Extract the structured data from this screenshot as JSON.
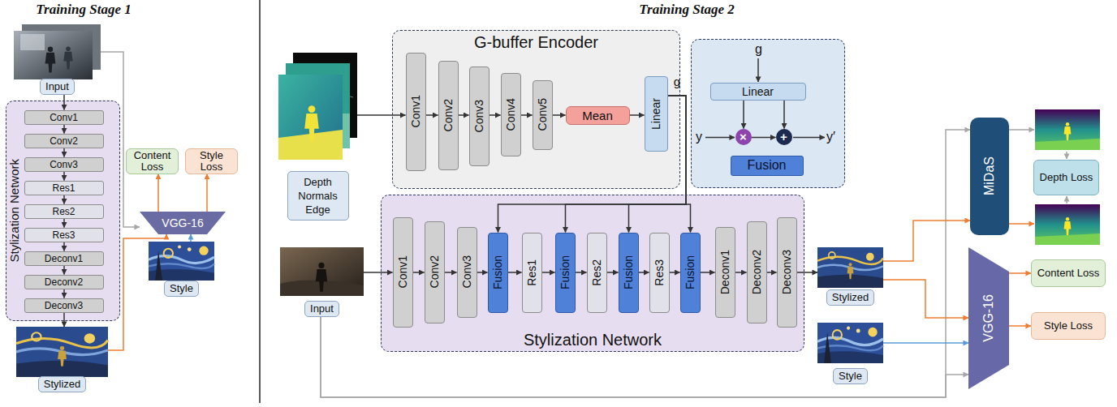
{
  "diagram": {
    "nodes": [
      {
        "text": [
          "Input"
        ]
      },
      {
        "text": [
          "Stylization Network"
        ]
      },
      {
        "text": [
          "Conv1"
        ],
        "in": 1
      },
      {
        "text": [
          "Conv2"
        ],
        "in": 1
      },
      {
        "text": [
          "Conv3"
        ],
        "in": 1
      },
      {
        "text": [
          "Res1"
        ],
        "in": 1
      },
      {
        "text": [
          "Res2"
        ],
        "in": 1
      },
      {
        "text": [
          "Res3"
        ],
        "in": 1
      },
      {
        "text": [
          "Deconv1"
        ],
        "in": 1
      },
      {
        "text": [
          "Deconv2"
        ],
        "in": 1
      },
      {
        "text": [
          "Deconv3"
        ],
        "in": 1
      },
      {
        "text": [
          "Stylized"
        ]
      },
      {
        "text": [
          "Content Loss"
        ]
      },
      {
        "text": [
          "Style Loss"
        ]
      },
      {
        "text": [
          "VGG-16"
        ]
      },
      {
        "text": [
          "Style"
        ]
      },
      {
        "text": [
          "Depth Normals Edge"
        ]
      },
      {
        "text": [
          "G-buffer Encoder"
        ]
      },
      {
        "text": [
          "Conv1"
        ],
        "in": 17
      },
      {
        "text": [
          "Conv2"
        ],
        "in": 17
      },
      {
        "text": [
          "Conv3"
        ],
        "in": 17
      },
      {
        "text": [
          "Conv4"
        ],
        "in": 17
      },
      {
        "text": [
          "Conv5"
        ],
        "in": 17
      },
      {
        "text": [
          "Mean"
        ],
        "in": 17
      },
      {
        "text": [
          "Linear"
        ],
        "in": 17
      },
      {
        "text": [
          "g",
          "y",
          "y′"
        ]
      },
      {
        "text": [
          "Linear"
        ],
        "in": 25
      },
      {
        "text": [
          "×"
        ],
        "in": 25
      },
      {
        "text": [
          "+"
        ],
        "in": 25
      },
      {
        "text": [
          "Fusion"
        ],
        "in": 25
      },
      {
        "text": [
          "Input"
        ]
      },
      {
        "text": [
          "Stylization Network"
        ]
      },
      {
        "text": [
          "Conv1"
        ],
        "in": 31
      },
      {
        "text": [
          "Conv2"
        ],
        "in": 31
      },
      {
        "text": [
          "Conv3"
        ],
        "in": 31
      },
      {
        "text": [
          "Fusion"
        ],
        "in": 31
      },
      {
        "text": [
          "Res1"
        ],
        "in": 31
      },
      {
        "text": [
          "Fusion"
        ],
        "in": 31
      },
      {
        "text": [
          "Res2"
        ],
        "in": 31
      },
      {
        "text": [
          "Fusion"
        ],
        "in": 31
      },
      {
        "text": [
          "Res3"
        ],
        "in": 31
      },
      {
        "text": [
          "Fusion"
        ],
        "in": 31
      },
      {
        "text": [
          "Deconv1"
        ],
        "in": 31
      },
      {
        "text": [
          "Deconv2"
        ],
        "in": 31
      },
      {
        "text": [
          "Deconv3"
        ],
        "in": 31
      },
      {
        "text": [
          "Stylized"
        ]
      },
      {
        "text": [
          "Style"
        ]
      },
      {
        "text": [
          "MiDaS"
        ]
      },
      {
        "text": [
          "Depth Loss"
        ]
      },
      {
        "text": [
          "VGG-16"
        ]
      },
      {
        "text": [
          "Content Loss"
        ]
      },
      {
        "text": [
          "Style Loss"
        ]
      }
    ],
    "edges": [
      {
        "from": 0,
        "to": 2,
        "arrow": "to"
      },
      {
        "from": 2,
        "to": 3,
        "arrow": "to"
      },
      {
        "from": 3,
        "to": 4,
        "arrow": "to"
      },
      {
        "from": 4,
        "to": 5,
        "arrow": "to"
      },
      {
        "from": 5,
        "to": 6,
        "arrow": "to"
      },
      {
        "from": 6,
        "to": 7,
        "arrow": "to"
      },
      {
        "from": 7,
        "to": 8,
        "arrow": "to"
      },
      {
        "from": 8,
        "to": 9,
        "arrow": "to"
      },
      {
        "from": 9,
        "to": 10,
        "arrow": "to"
      },
      {
        "from": 10,
        "to": 11,
        "arrow": "to"
      },
      {
        "from": 0,
        "to": 14,
        "arrow": "to"
      },
      {
        "from": 11,
        "to": 14,
        "arrow": "to"
      },
      {
        "from": 15,
        "to": 14,
        "arrow": "to"
      },
      {
        "from": 14,
        "to": 12,
        "arrow": "to"
      },
      {
        "from": 14,
        "to": 13,
        "arrow": "to"
      },
      {
        "from": 16,
        "to": 18,
        "arrow": "to"
      },
      {
        "from": 18,
        "to": 19,
        "arrow": "to"
      },
      {
        "from": 19,
        "to": 20,
        "arrow": "to"
      },
      {
        "from": 20,
        "to": 21,
        "arrow": "to"
      },
      {
        "from": 21,
        "to": 22,
        "arrow": "to"
      },
      {
        "from": 22,
        "to": 23,
        "arrow": "to"
      },
      {
        "from": 23,
        "to": 24,
        "arrow": "to"
      },
      {
        "from": 24,
        "to": 35,
        "arrow": "to"
      },
      {
        "from": 24,
        "to": 37,
        "arrow": "to"
      },
      {
        "from": 24,
        "to": 39,
        "arrow": "to"
      },
      {
        "from": 24,
        "to": 41,
        "arrow": "to"
      },
      {
        "from": 26,
        "to": 27,
        "arrow": "to"
      },
      {
        "from": 26,
        "to": 28,
        "arrow": "to"
      },
      {
        "from": 27,
        "to": 28,
        "arrow": "to"
      },
      {
        "from": 30,
        "to": 32,
        "arrow": "to"
      },
      {
        "from": 32,
        "to": 33,
        "arrow": "to"
      },
      {
        "from": 33,
        "to": 34,
        "arrow": "to"
      },
      {
        "from": 34,
        "to": 35,
        "arrow": "to"
      },
      {
        "from": 35,
        "to": 36,
        "arrow": "to"
      },
      {
        "from": 36,
        "to": 37,
        "arrow": "to"
      },
      {
        "from": 37,
        "to": 38,
        "arrow": "to"
      },
      {
        "from": 38,
        "to": 39,
        "arrow": "to"
      },
      {
        "from": 39,
        "to": 40,
        "arrow": "to"
      },
      {
        "from": 40,
        "to": 41,
        "arrow": "to"
      },
      {
        "from": 41,
        "to": 42,
        "arrow": "to"
      },
      {
        "from": 42,
        "to": 43,
        "arrow": "to"
      },
      {
        "from": 43,
        "to": 44,
        "arrow": "to"
      },
      {
        "from": 44,
        "to": 45,
        "arrow": "to"
      },
      {
        "from": 30,
        "to": 47,
        "arrow": "to"
      },
      {
        "from": 30,
        "to": 49,
        "arrow": "to"
      },
      {
        "from": 45,
        "to": 47,
        "arrow": "to"
      },
      {
        "from": 45,
        "to": 49,
        "arrow": "to"
      },
      {
        "from": 46,
        "to": 49,
        "arrow": "to"
      },
      {
        "from": 49,
        "to": 50,
        "arrow": "to"
      },
      {
        "from": 49,
        "to": 51,
        "arrow": "to"
      }
    ],
    "labels": [
      "Training Stage 1",
      "Training Stage 2",
      "g"
    ]
  }
}
